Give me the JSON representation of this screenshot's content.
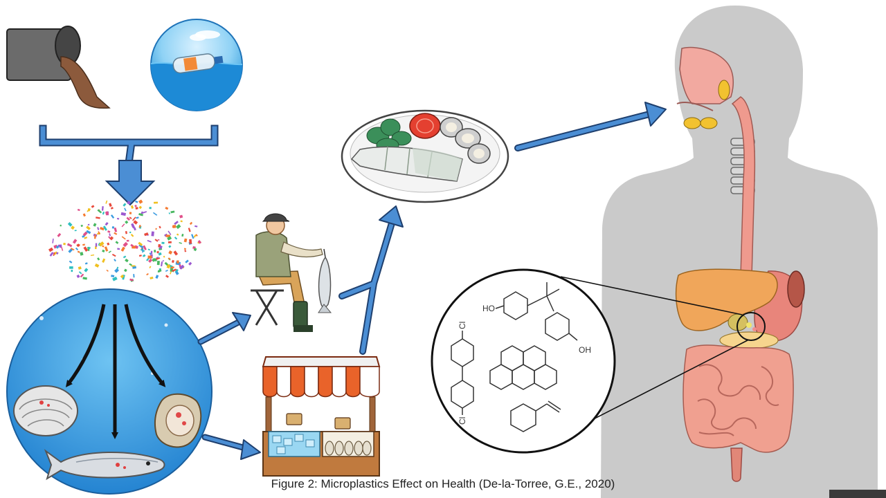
{
  "figure": {
    "caption": "Figure 2: Microplastics Effect on Health (De-la-Torree, G.E., 2020)"
  },
  "molecules": {
    "oh_top_left": "HO",
    "oh_top_right": "OH",
    "cl_top": "Cl",
    "cl_bottom": "Cl"
  },
  "colors": {
    "arrow_blue": "#3b78c4",
    "arrow_outline": "#1e3f6e",
    "sea_blue": "#2d8fd8",
    "silhouette": "#c9c9c9",
    "organ_pink": "#ef9d8c",
    "liver": "#f0a85c",
    "awning_red": "#e9632a"
  }
}
